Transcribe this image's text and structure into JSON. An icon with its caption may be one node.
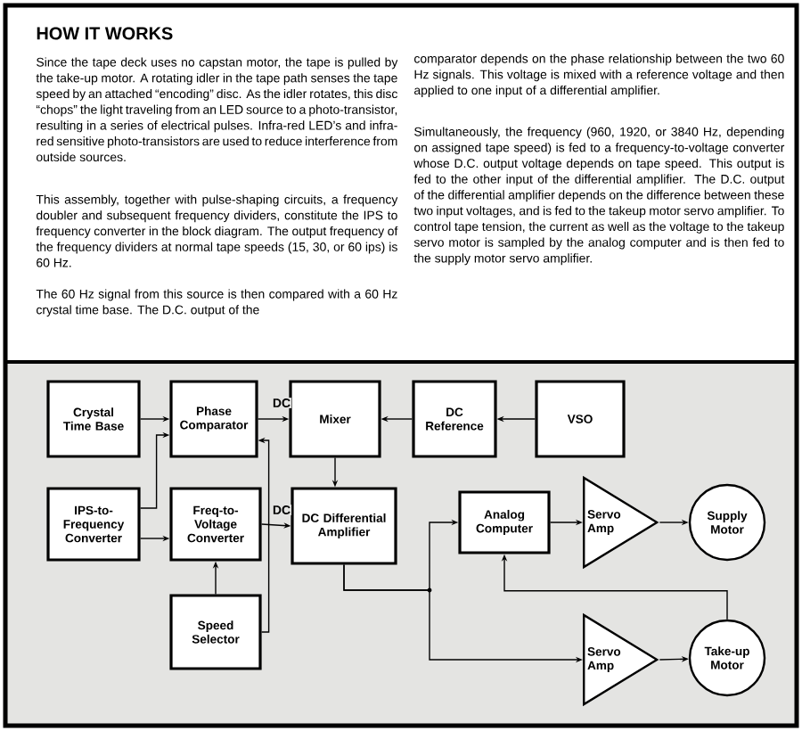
{
  "diagram": {
    "title": "HOW IT WORKS",
    "nodes": [
      {
        "text": [
          "Crystal Time Base"
        ]
      },
      {
        "text": [
          "Phase Comparator"
        ]
      },
      {
        "text": [
          "Mixer"
        ]
      },
      {
        "text": [
          "DC Reference"
        ]
      },
      {
        "text": [
          "VSO"
        ]
      },
      {
        "text": [
          "IPS-to-Frequency Converter"
        ]
      },
      {
        "text": [
          "Freq-to-Voltage Converter"
        ]
      },
      {
        "text": [
          "DC Differential Amplifier"
        ]
      },
      {
        "text": [
          "Analog Computer"
        ]
      },
      {
        "text": [
          "Servo Amp"
        ]
      },
      {
        "text": [
          "Supply Motor"
        ]
      },
      {
        "text": [
          "Speed Selector"
        ]
      },
      {
        "text": [
          "Servo Amp"
        ]
      },
      {
        "text": [
          "Take-up Motor"
        ]
      }
    ],
    "edges": [
      {
        "from": 0,
        "to": 1,
        "arrow": "to"
      },
      {
        "from": 5,
        "to": 1,
        "arrow": "to"
      },
      {
        "from": 5,
        "to": 6,
        "arrow": "to"
      },
      {
        "from": 1,
        "to": 2,
        "arrow": "to",
        "label": "DC"
      },
      {
        "from": 6,
        "to": 7,
        "arrow": "to",
        "label": "DC"
      },
      {
        "from": 11,
        "to": 6,
        "arrow": "to"
      },
      {
        "from": 11,
        "to": 1,
        "arrow": "to"
      },
      {
        "from": 2,
        "to": 7,
        "arrow": "to"
      },
      {
        "from": 3,
        "to": 2,
        "arrow": "to"
      },
      {
        "from": 4,
        "to": 3,
        "arrow": "to"
      },
      {
        "from": 7,
        "to": 8,
        "arrow": "to"
      },
      {
        "from": 7,
        "to": 12,
        "arrow": "to"
      },
      {
        "from": 8,
        "to": 9,
        "arrow": "to"
      },
      {
        "from": 9,
        "to": 10,
        "arrow": "to"
      },
      {
        "from": 12,
        "to": 13,
        "arrow": "to"
      },
      {
        "from": 13,
        "to": 8,
        "arrow": "to"
      }
    ],
    "labels": [
      "Since the tape deck uses no capstan motor, the tape is pulled by the take-up motor. A rotating idler in the tape path senses the tape speed by an attached “encoding” disc. As the idler rotates, this disc “chops” the light traveling from an LED source to a photo-transistor, resulting in a series of electrical pulses. Infra-red LED’s and infra-red sensitive photo-transistors are used to reduce interference from outside sources.",
      "This assembly, together with pulse-shaping circuits, a frequency doubler and subsequent frequency dividers, constitute the IPS to frequency converter in the block diagram. The output frequency of the frequency dividers at normal tape speeds (15, 30, or 60 ips) is 60 Hz.",
      "The 60 Hz signal from this source is then compared with a 60 Hz crystal time base. The D.C. output of the",
      "comparator depends on the phase relationship between the two 60 Hz signals. This voltage is mixed with a reference voltage and then applied to one input of a differential amplifier.",
      "Simultaneously, the frequency (960, 1920, or 3840 Hz, depending on assigned tape speed) is fed to a frequency-to-voltage converter whose D.C. output voltage depends on tape speed. This output is fed to the other input of the differential amplifier. The D.C. output of the differential amplifier depends on the difference between these two input voltages, and is fed to the takeup motor servo amplifier. To control tape tension, the current as well as the voltage to the takeup servo motor is sampled by the analog computer and is then fed to the supply motor servo amplifier."
    ]
  }
}
